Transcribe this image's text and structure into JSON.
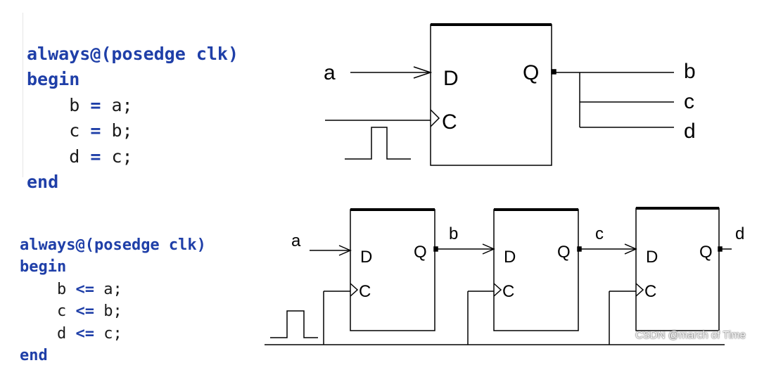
{
  "top_code": {
    "line1": {
      "kw": "always@",
      "rest": "(posedge clk)"
    },
    "line2": "begin",
    "line3": {
      "lhs": "b",
      "op": "=",
      "rhs": "a;"
    },
    "line4": {
      "lhs": "c",
      "op": "=",
      "rhs": "b;"
    },
    "line5": {
      "lhs": "d",
      "op": "=",
      "rhs": "c;"
    },
    "line6": "end"
  },
  "bottom_code": {
    "line1": {
      "kw": "always@",
      "rest": "(posedge clk)"
    },
    "line2": "begin",
    "line3": {
      "lhs": "b",
      "op": "<=",
      "rhs": "a;"
    },
    "line4": {
      "lhs": "c",
      "op": "<=",
      "rhs": "b;"
    },
    "line5": {
      "lhs": "d",
      "op": "<=",
      "rhs": "c;"
    },
    "line6": "end"
  },
  "top_diagram": {
    "input_label": "a",
    "pin_d": "D",
    "pin_c": "C",
    "pin_q": "Q",
    "outputs": [
      "b",
      "c",
      "d"
    ]
  },
  "bottom_diagram": {
    "input_label": "a",
    "wire_labels": [
      "b",
      "c",
      "d"
    ],
    "pin_d": "D",
    "pin_c": "C",
    "pin_q": "Q"
  },
  "watermark": "CSDN @march of Time"
}
